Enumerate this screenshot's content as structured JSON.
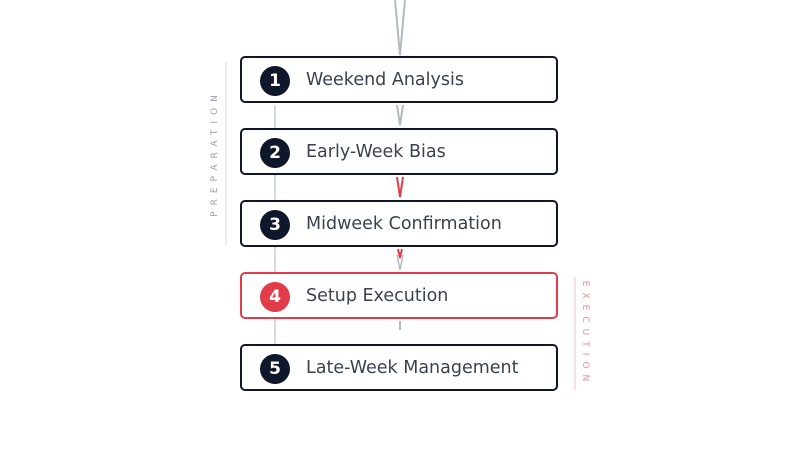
{
  "steps": [
    {
      "number": "1",
      "label": "Weekend Analysis",
      "active": false
    },
    {
      "number": "2",
      "label": "Early-Week Bias",
      "active": false
    },
    {
      "number": "3",
      "label": "Midweek Confirmation",
      "active": false
    },
    {
      "number": "4",
      "label": "Setup Execution",
      "active": true
    },
    {
      "number": "5",
      "label": "Late-Week Management",
      "active": false
    }
  ],
  "phases": {
    "preparation": "PREPARATION",
    "execution": "EXECUTION"
  },
  "colors": {
    "navy": "#0f172a",
    "accent_red": "#e23b4a",
    "text": "#3a4150",
    "connector_gray": "#b4b9c2"
  }
}
